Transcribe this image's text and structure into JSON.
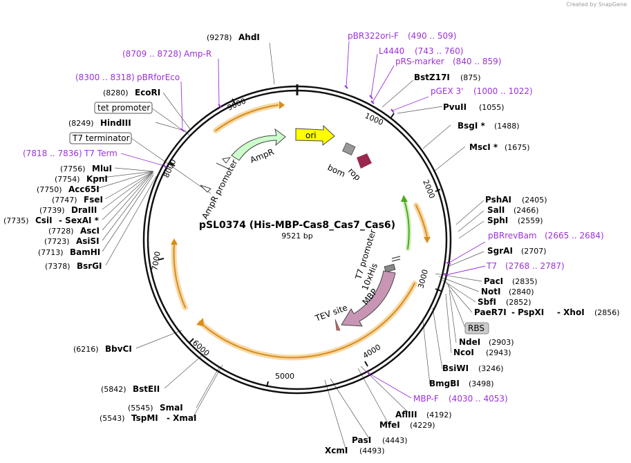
{
  "created_by": "Created by SnapGene",
  "title": "pSL0374 (His-MBP-Cas8_Cas7_Cas6)",
  "length": "9521 bp",
  "scale_ticks": [
    "1000",
    "2000",
    "3000",
    "4000",
    "5000",
    "6000",
    "7000",
    "8000",
    "9000"
  ],
  "sites": [
    {
      "name": "AhdI",
      "pos": "(9278)"
    },
    {
      "name": "BstZ17I",
      "pos": "(875)"
    },
    {
      "name": "PvuII",
      "pos": "(1055)"
    },
    {
      "name": "BsgI *",
      "pos": "(1488)"
    },
    {
      "name": "MscI *",
      "pos": "(1675)"
    },
    {
      "name": "PshAI",
      "pos": "(2405)"
    },
    {
      "name": "SalI",
      "pos": "(2466)"
    },
    {
      "name": "SphI",
      "pos": "(2559)"
    },
    {
      "name": "SgrAI",
      "pos": "(2707)"
    },
    {
      "name": "PacI",
      "pos": "(2835)"
    },
    {
      "name": "NotI",
      "pos": "(2840)"
    },
    {
      "name": "SbfI",
      "pos": "(2852)"
    },
    {
      "name": "PaeR7I",
      "pos": "(2856)",
      "name2": "PspXI",
      "name3": "XhoI"
    },
    {
      "name": "NdeI",
      "pos": "(2903)"
    },
    {
      "name": "NcoI",
      "pos": "(2943)"
    },
    {
      "name": "BsiWI",
      "pos": "(3246)"
    },
    {
      "name": "BmgBI",
      "pos": "(3498)"
    },
    {
      "name": "AflIII",
      "pos": "(4192)"
    },
    {
      "name": "MfeI",
      "pos": "(4229)"
    },
    {
      "name": "PasI",
      "pos": "(4443)"
    },
    {
      "name": "XcmI",
      "pos": "(4493)"
    },
    {
      "name": "SmaI",
      "pos": "(5545)"
    },
    {
      "name": "TspMI",
      "pos": "(5543)",
      "name2": "XmaI"
    },
    {
      "name": "BstEII",
      "pos": "(5842)"
    },
    {
      "name": "BbvCI",
      "pos": "(6216)"
    },
    {
      "name": "BsrGI",
      "pos": "(7378)"
    },
    {
      "name": "BamHI",
      "pos": "(7713)"
    },
    {
      "name": "AsiSI",
      "pos": "(7723)"
    },
    {
      "name": "AscI",
      "pos": "(7728)"
    },
    {
      "name": "CsiI",
      "pos": "(7735)",
      "name2": "SexAI *"
    },
    {
      "name": "DraIII",
      "pos": "(7739)"
    },
    {
      "name": "FseI",
      "pos": "(7747)"
    },
    {
      "name": "Acc65I",
      "pos": "(7750)"
    },
    {
      "name": "KpnI",
      "pos": "(7754)"
    },
    {
      "name": "MluI",
      "pos": "(7756)"
    },
    {
      "name": "HindIII",
      "pos": "(8249)"
    },
    {
      "name": "EcoRI",
      "pos": "(8280)"
    }
  ],
  "primers": [
    {
      "name": "pBR322ori-F",
      "range": "(490 .. 509)"
    },
    {
      "name": "L4440",
      "range": "(743 .. 760)"
    },
    {
      "name": "pRS-marker",
      "range": "(840 .. 859)"
    },
    {
      "name": "pGEX 3'",
      "range": "(1000 .. 1022)"
    },
    {
      "name": "pBRrevBam",
      "range": "(2665 .. 2684)"
    },
    {
      "name": "T7",
      "range": "(2768 .. 2787)"
    },
    {
      "name": "MBP-F",
      "range": "(4030 .. 4053)"
    },
    {
      "name": "T7 Term",
      "range": "(7818 .. 7836)"
    },
    {
      "name": "pBRforEco",
      "range": "(8300 .. 8318)"
    },
    {
      "name": "Amp-R",
      "range": "(8709 .. 8728)"
    }
  ],
  "boxed_features": [
    "tet promoter",
    "T7 terminator",
    "RBS"
  ],
  "features": {
    "ori": "ori",
    "bom": "bom",
    "rop": "rop",
    "ampr": "AmpR",
    "ampr_promoter": "AmpR promoter",
    "t7_promoter": "T7 promoter",
    "his": "10xHis",
    "mbp": "MBP",
    "tev": "TEV site"
  },
  "colors": {
    "primer": "#9b30d9",
    "ori": "#ffff00",
    "ampr": "#ccffcc",
    "mbp": "#c896b4",
    "rop": "#99284f",
    "orf": "#f5a623",
    "orf_green": "#66cc33"
  }
}
